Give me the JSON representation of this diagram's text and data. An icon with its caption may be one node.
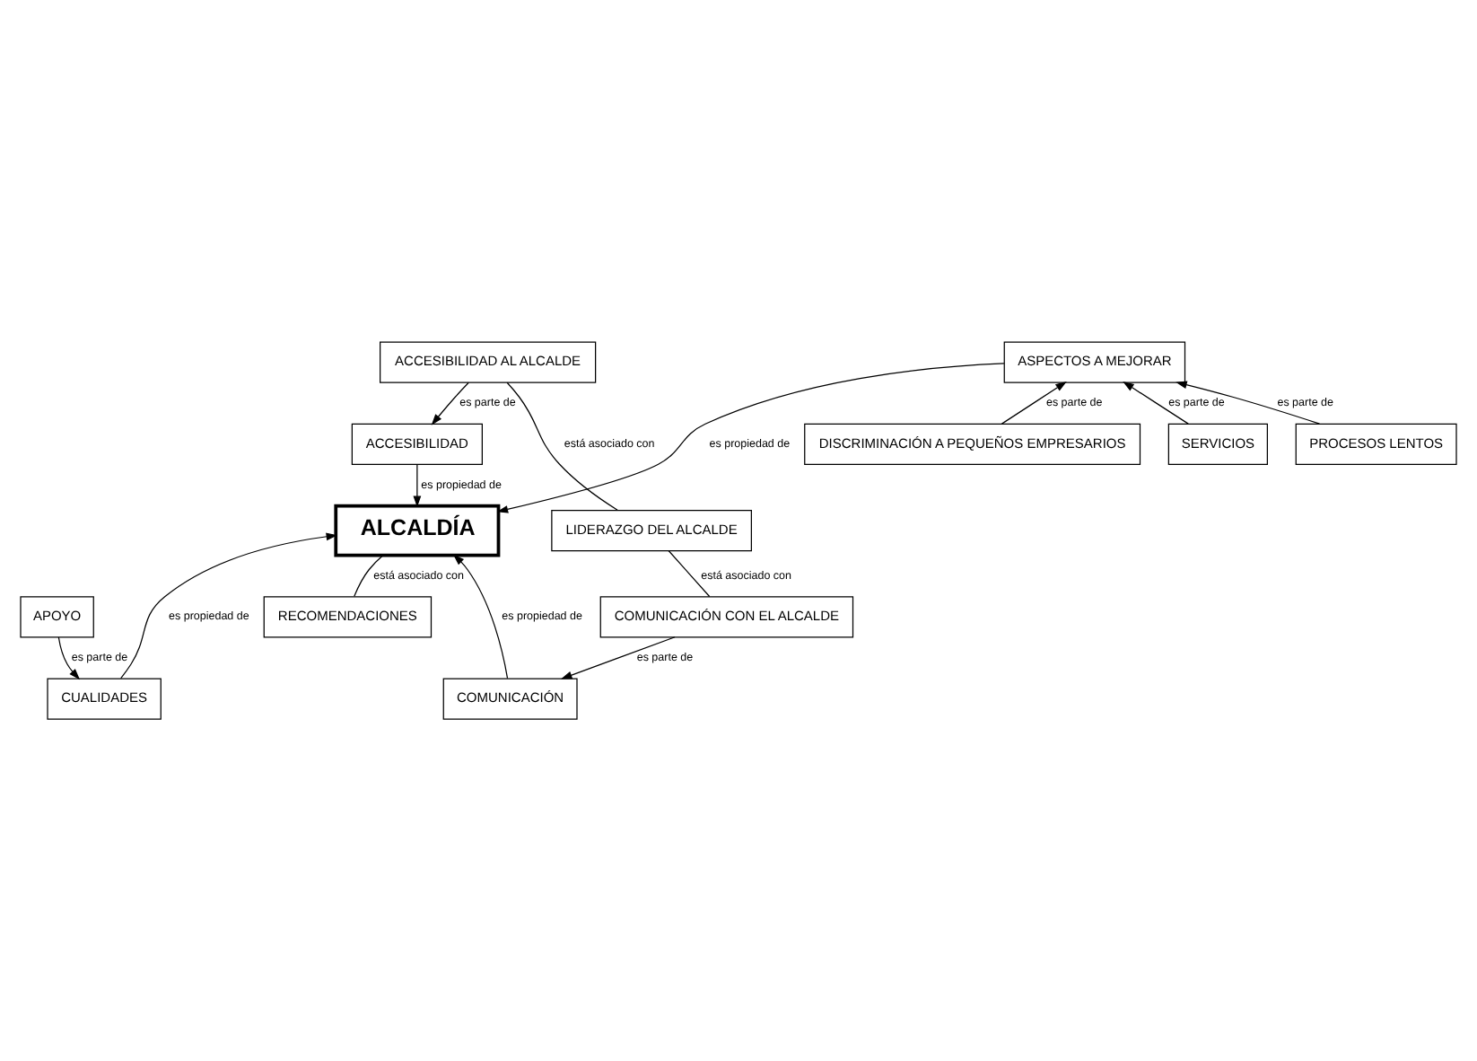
{
  "diagram": {
    "nodes": [
      {
        "text": [
          "ALCALDÍA"
        ]
      },
      {
        "text": [
          "DISCRIMINACIÓN A PEQUEÑOS EMPRESARIOS"
        ]
      },
      {
        "text": [
          "SERVICIOS"
        ]
      },
      {
        "text": [
          "PROCESOS LENTOS"
        ]
      },
      {
        "text": [
          "ASPECTOS A MEJORAR"
        ]
      },
      {
        "text": [
          "ACCESIBILIDAD"
        ]
      },
      {
        "text": [
          "ACCESIBILIDAD AL ALCALDE"
        ]
      },
      {
        "text": [
          "LIDERAZGO DEL ALCALDE"
        ]
      },
      {
        "text": [
          "COMUNICACIÓN CON EL ALCALDE"
        ]
      },
      {
        "text": [
          "RECOMENDACIONES"
        ]
      },
      {
        "text": [
          "CUALIDADES"
        ]
      },
      {
        "text": [
          "COMUNICACIÓN"
        ]
      },
      {
        "text": [
          "APOYO"
        ]
      }
    ],
    "edges": [
      {
        "from": 1,
        "to": 4,
        "label": "es parte de",
        "arrow": "to"
      },
      {
        "from": 2,
        "to": 4,
        "label": "es parte de",
        "arrow": "to"
      },
      {
        "from": 3,
        "to": 4,
        "label": "es parte de",
        "arrow": "to"
      },
      {
        "from": 4,
        "to": 0,
        "label": "es propiedad de",
        "arrow": "to"
      },
      {
        "from": 5,
        "to": 0,
        "label": "es propiedad de",
        "arrow": "to"
      },
      {
        "from": 6,
        "to": 5,
        "label": "es parte de",
        "arrow": "to"
      },
      {
        "from": 6,
        "to": 7,
        "label": "está asociado con",
        "arrow": "none"
      },
      {
        "from": 7,
        "to": 8,
        "label": "está asociado con",
        "arrow": "none"
      },
      {
        "from": 8,
        "to": 11,
        "label": "es parte de",
        "arrow": "to"
      },
      {
        "from": 9,
        "to": 0,
        "label": "está asociado con",
        "arrow": "none"
      },
      {
        "from": 10,
        "to": 0,
        "label": "es propiedad de",
        "arrow": "to"
      },
      {
        "from": 11,
        "to": 0,
        "label": "es propiedad de",
        "arrow": "to"
      },
      {
        "from": 12,
        "to": 10,
        "label": "es parte de",
        "arrow": "to"
      }
    ]
  }
}
